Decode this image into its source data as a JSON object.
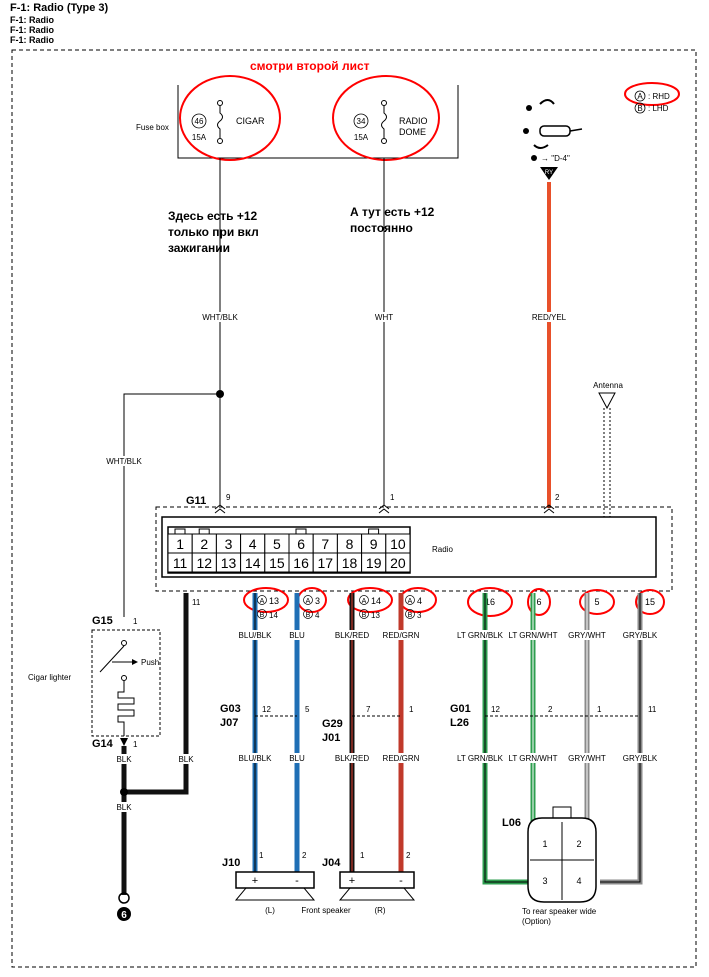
{
  "header": {
    "title": "F-1: Radio (Type 3)",
    "sub1": "F-1: Radio",
    "sub2": "F-1: Radio",
    "sub3": "F-1: Radio"
  },
  "notes": {
    "top": "смотри второй лист",
    "left": [
      "Здесь есть +12",
      "только при вкл",
      "зажигании"
    ],
    "right": [
      "А тут есть +12",
      "постоянно"
    ]
  },
  "legend": {
    "a": "RHD",
    "b": "LHD",
    "a_mark": "A",
    "b_mark": "B"
  },
  "fuse_box": {
    "label": "Fuse box",
    "fuses": [
      {
        "num": "46",
        "amp": "15A",
        "name": [
          "CIGAR"
        ]
      },
      {
        "num": "34",
        "amp": "15A",
        "name": [
          "RADIO",
          "DOME"
        ]
      }
    ]
  },
  "ignition": {
    "label": "RY",
    "position": "\"D-4\""
  },
  "radio": {
    "label": "Radio",
    "connector": "G11",
    "pins_top": [
      "1",
      "2",
      "3",
      "4",
      "5",
      "6",
      "7",
      "8",
      "9",
      "10"
    ],
    "pins_bottom": [
      "11",
      "12",
      "13",
      "14",
      "15",
      "16",
      "17",
      "18",
      "19",
      "20"
    ],
    "top_pins": [
      "9",
      "1",
      "2"
    ],
    "bottom_pins": {
      "blk": "11",
      "blublk": {
        "a": "13",
        "b": "14"
      },
      "blu": {
        "a": "3",
        "b": "4"
      },
      "blkred": {
        "a": "14",
        "b": "13"
      },
      "redgrn": {
        "a": "4",
        "b": "3"
      },
      "ltgrnblk": "16",
      "ltgrnwht": "6",
      "grywht": "5",
      "gryblk": "15"
    }
  },
  "antenna": "Antenna",
  "wires": {
    "wht_blk": "WHT/BLK",
    "wht": "WHT",
    "red_yel": "RED/YEL",
    "blk": "BLK",
    "blu_blk": "BLU/BLK",
    "blu": "BLU",
    "blk_red": "BLK/RED",
    "red_grn": "RED/GRN",
    "lt_grn_blk": "LT GRN/BLK",
    "lt_grn_wht": "LT GRN/WHT",
    "gry_wht": "GRY/WHT",
    "gry_blk": "GRY/BLK"
  },
  "cigar_lighter": {
    "label": "Cigar lighter",
    "push": "Push",
    "conn_top": "G15",
    "pin_top": "1",
    "conn_bottom": "G14",
    "pin_bottom": "1"
  },
  "junctions": {
    "g03": "G03",
    "j07": "J07",
    "g03_pins": [
      "12",
      "5"
    ],
    "g29": "G29",
    "j01": "J01",
    "g29_pins": [
      "7",
      "1"
    ],
    "g01": "G01",
    "l26": "L26",
    "g01_pins": [
      "12",
      "2",
      "1",
      "11"
    ]
  },
  "speakers": {
    "j10": "J10",
    "j04": "J04",
    "front_label": "Front speaker",
    "left": "(L)",
    "right": "(R)",
    "pin1": "1",
    "pin2": "2",
    "plus": "+",
    "minus": "-"
  },
  "rear": {
    "conn": "L06",
    "cells": [
      "1",
      "2",
      "3",
      "4"
    ],
    "label": [
      "To rear speaker wide",
      "(Option)"
    ]
  },
  "ground": "6",
  "colors": {
    "blue": "#1f6fb5",
    "black": "#111111",
    "red": "#c0392b",
    "green": "#2e9e4f",
    "gray": "#8a8a8a",
    "orange": "#e8502a",
    "annotation": "#ff0000"
  }
}
